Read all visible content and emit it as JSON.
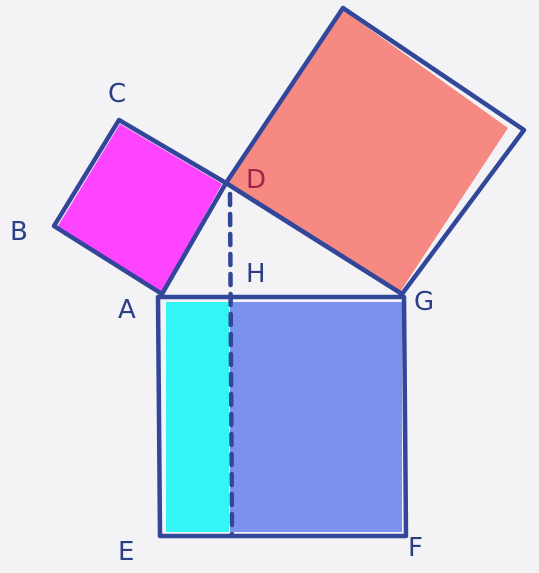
{
  "diagram": {
    "labels": {
      "A": "A",
      "B": "B",
      "C": "C",
      "D": "D",
      "E": "E",
      "F": "F",
      "G": "G",
      "H": "H"
    },
    "colors": {
      "ink": "#33479a",
      "square_small": "#ff44ff",
      "square_large": "#f68a82",
      "rect_left": "#33f5f5",
      "rect_right": "#7a92ee",
      "label_d": "#a0244a",
      "paper": "#f3f3f5"
    }
  }
}
